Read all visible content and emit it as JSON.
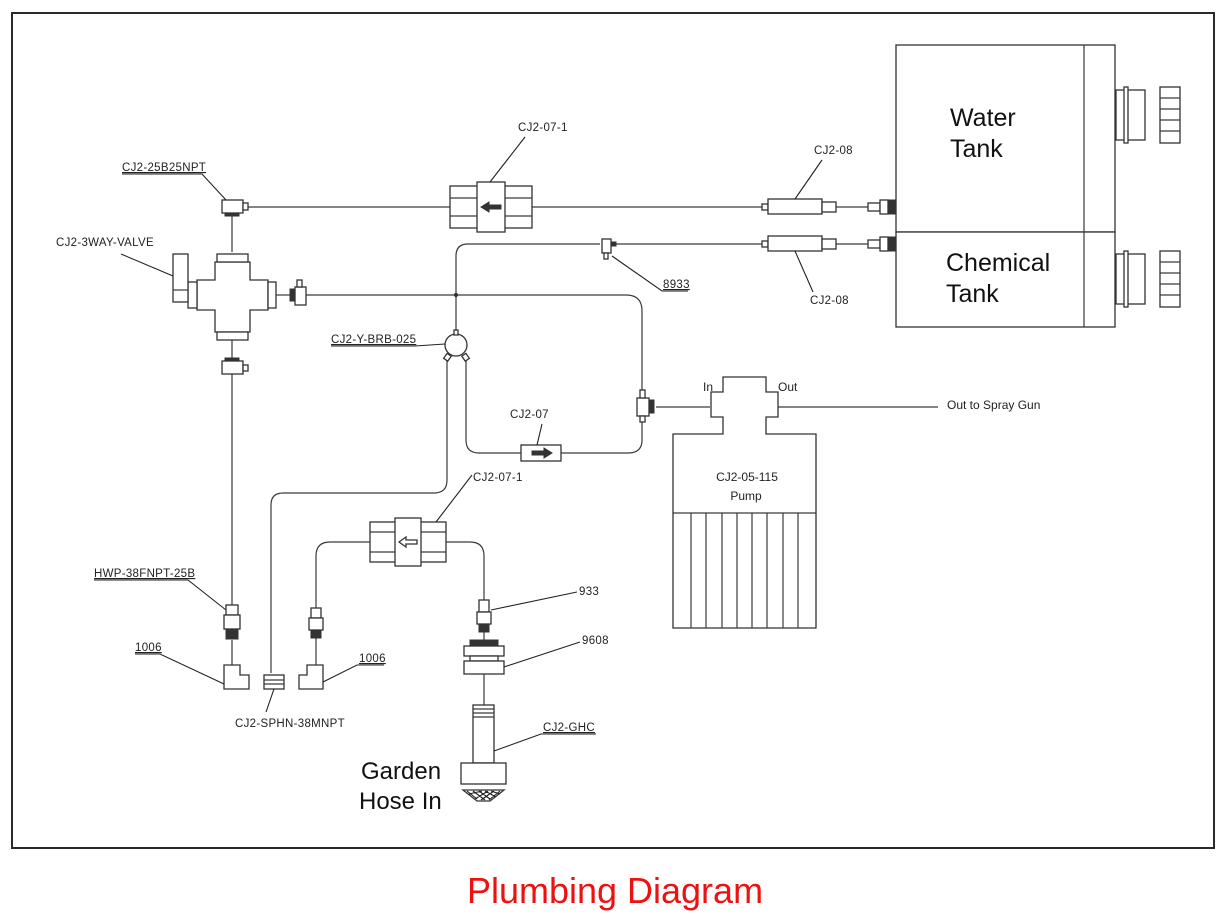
{
  "title": "Plumbing Diagram",
  "colors": {
    "title": "#ee1111",
    "line": "#333333",
    "background": "#ffffff"
  },
  "tanks": {
    "water": [
      "Water",
      "Tank"
    ],
    "chemical": [
      "Chemical",
      "Tank"
    ]
  },
  "pump": {
    "part": "CJ2-05-115",
    "name": "Pump",
    "inlet_label": "In",
    "outlet_label": "Out",
    "outlet_destination": "Out to Spray Gun"
  },
  "inlet": [
    "Garden",
    "Hose In"
  ],
  "parts": {
    "tee_top": "CJ2-25B25NPT",
    "three_way_valve": "CJ2-3WAY-VALVE",
    "check_valve_top": "CJ2-07-1",
    "filter_water": "CJ2-08",
    "filter_chemical": "CJ2-08",
    "tee_chemical": "8933",
    "y_barb": "CJ2-Y-BRB-025",
    "check_valve_loop": "CJ2-07",
    "check_valve_bottom": "CJ2-07-1",
    "hose_adapter": "HWP-38FNPT-25B",
    "elbow_left": "1006",
    "elbow_right": "1006",
    "siphon": "CJ2-SPHN-38MNPT",
    "barb_933": "933",
    "bulkhead": "9608",
    "garden_hose_connector": "CJ2-GHC"
  },
  "flow_directions": {
    "check_valve_top": "left",
    "check_valve_loop": "right",
    "check_valve_bottom": "left"
  }
}
